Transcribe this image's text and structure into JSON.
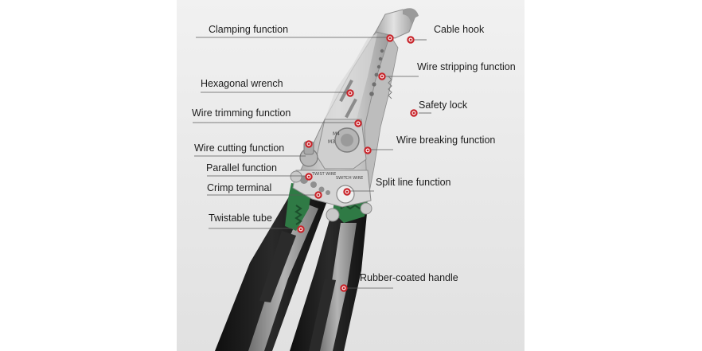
{
  "labels": {
    "clamping_function": "Clamping function",
    "cable_hook": "Cable hook",
    "wire_stripping_function": "Wire stripping function",
    "hexagonal_wrench": "Hexagonal wrench",
    "safety_lock": "Safety lock",
    "wire_trimming_function": "Wire trimming function",
    "wire_breaking_function": "Wire breaking function",
    "wire_cutting_function": "Wire cutting function",
    "parallel_function": "Parallel function",
    "split_line_function": "Split line function",
    "crimp_terminal": "Crimp terminal",
    "twistable_tube": "Twistable tube",
    "rubber_coated_handle": "Rubber-coated handle"
  },
  "colors": {
    "marker": "#c8252b",
    "handle_dark": "#1a1a1a",
    "handle_grey": "#8c8c8c",
    "accent_green": "#2f7a45",
    "steel": "#c9c9c9"
  }
}
